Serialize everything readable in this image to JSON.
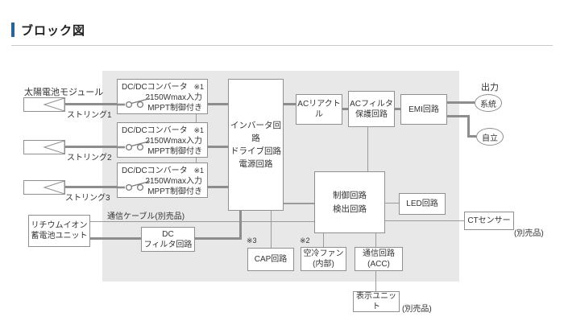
{
  "header": {
    "title": "ブロック図"
  },
  "labels": {
    "module": "太陽電池モジュール",
    "string1": "ストリング1",
    "string2": "ストリング2",
    "string3": "ストリング3",
    "output": "出力",
    "comm_cable": "通信ケーブル(別売品)",
    "note1": "※1",
    "note2": "※2",
    "note3": "※3",
    "optional": "(別売品)"
  },
  "blocks": {
    "dcdc": {
      "name": "DC/DCコンバータ",
      "spec": "2150Wmax入力",
      "feature": "MPPT制御付き"
    },
    "inverter": {
      "line1": "インバータ回路",
      "line2": "ドライブ回路",
      "line3": "電源回路"
    },
    "ac_reactor": "ACリアクトル",
    "ac_filter": {
      "line1": "ACフィルタ",
      "line2": "保護回路"
    },
    "emi": "EMI回路",
    "grid": "系統",
    "standalone": "自立",
    "control": {
      "line1": "制御回路",
      "line2": "検出回路"
    },
    "led": "LED回路",
    "ct_sensor": "CTセンサー",
    "battery": {
      "line1": "リチウムイオン",
      "line2": "蓄電池ユニット"
    },
    "dc_filter": {
      "line1": "DC",
      "line2": "フィルタ回路"
    },
    "cap": "CAP回路",
    "fan": {
      "line1": "空冷ファン",
      "line2": "(内部)"
    },
    "comm_circuit": {
      "line1": "通信回路",
      "line2": "(ACC)"
    },
    "display_unit": "表示ユニット"
  },
  "colors": {
    "accent_bar": "#2a6496",
    "panel_background": "#e8e8e8",
    "thick_line": "#8d8d8d",
    "thin_line": "#9a9a9a",
    "box_border": "#8f8f8f",
    "text": "#333333"
  }
}
